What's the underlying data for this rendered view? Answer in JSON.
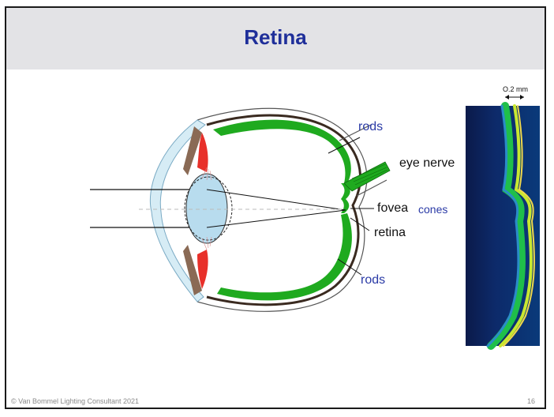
{
  "title": "Retina",
  "labels": {
    "rods_top": "rods",
    "eye_nerve": "eye nerve",
    "fovea": "fovea",
    "cones": "cones",
    "retina": "retina",
    "rods_bottom": "rods"
  },
  "scale": {
    "text": "O.2 mm"
  },
  "footer": {
    "copyright": "© Van Bommel Lighting Consultant 2021",
    "page": "16"
  },
  "colors": {
    "title": "#1f2f9a",
    "label_blue": "#2a3aa6",
    "retina_green": "#1faa1f",
    "iris_red": "#e8302a"
  }
}
